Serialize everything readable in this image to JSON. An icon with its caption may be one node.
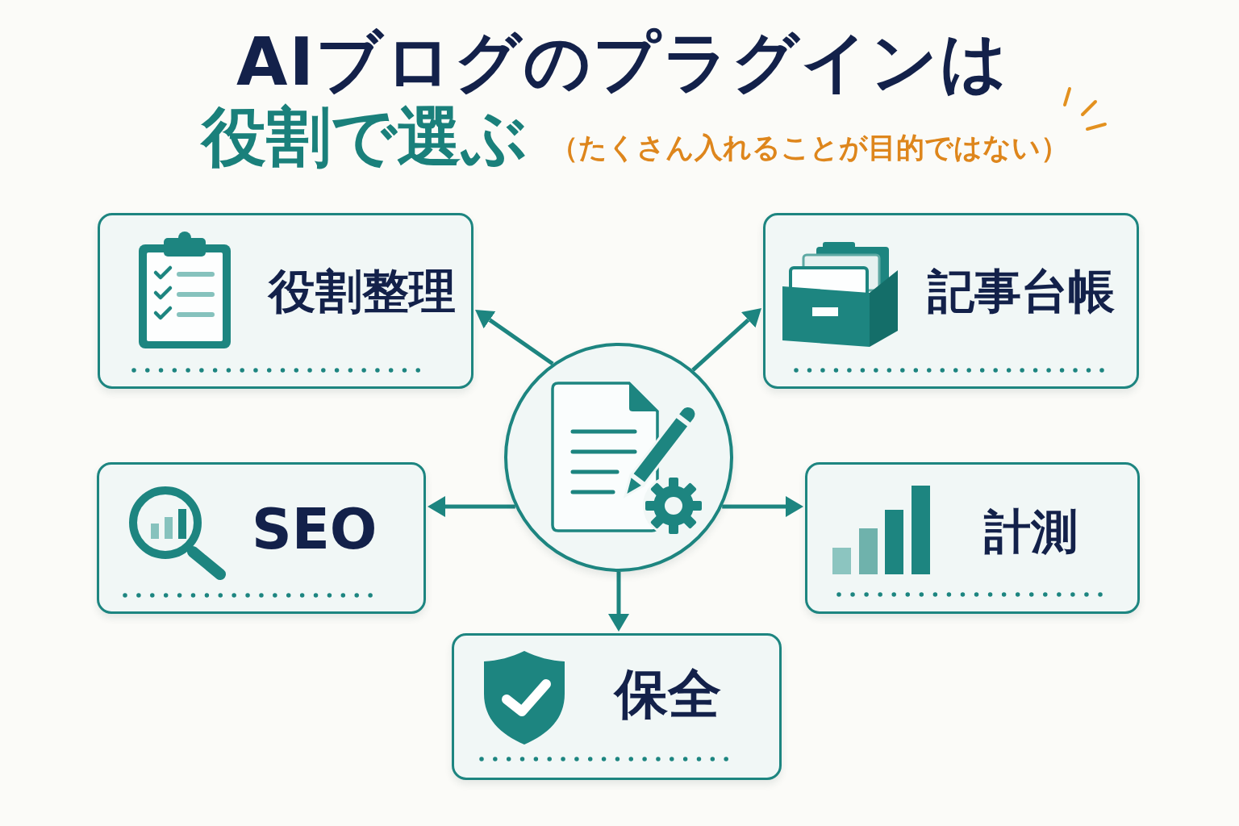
{
  "diagram": {
    "title": "AIブログのプラグインは",
    "nodes": [
      {
        "text": [
          "役割整理"
        ]
      },
      {
        "text": [
          "記事台帳"
        ]
      },
      {
        "text": [],
        "shape": "circle"
      },
      {
        "text": [
          "SEO"
        ]
      },
      {
        "text": [
          "計測"
        ]
      },
      {
        "text": [
          "保全"
        ]
      }
    ],
    "edges": [
      {
        "from": 2,
        "to": 0,
        "arrow": "to"
      },
      {
        "from": 2,
        "to": 1,
        "arrow": "to"
      },
      {
        "from": 2,
        "to": 3,
        "arrow": "to"
      },
      {
        "from": 2,
        "to": 4,
        "arrow": "to"
      },
      {
        "from": 2,
        "to": 5,
        "arrow": "to"
      }
    ],
    "labels": [
      "役割で選ぶ",
      "（たくさん入れることが目的ではない）"
    ]
  }
}
